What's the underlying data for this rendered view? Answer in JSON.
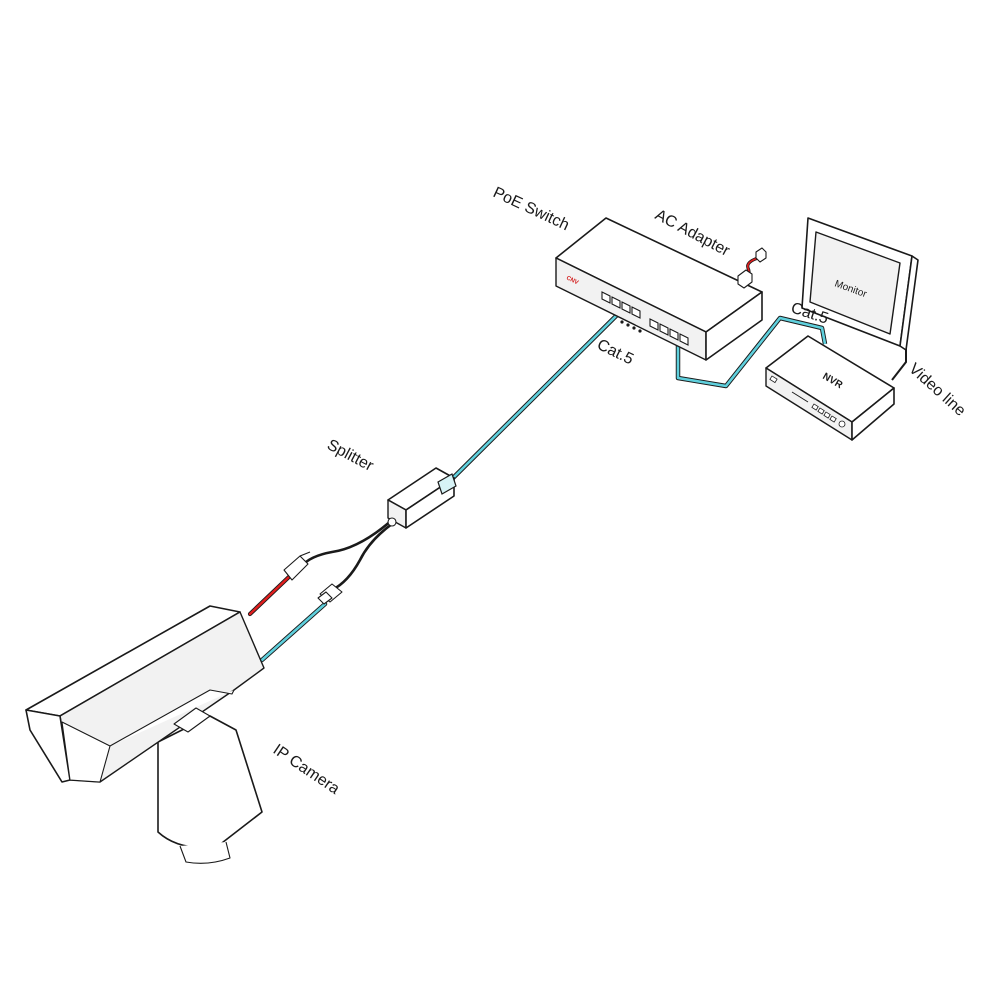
{
  "labels": {
    "poe_switch": "PoE  Switch",
    "ac_adapter": "AC Adapter",
    "monitor": "Monitor",
    "cat5_right": "Cat.5",
    "cat5_main": "Cat.5",
    "nvr": "NVR",
    "video_line": "Video line",
    "splitter": "Splitter",
    "ip_camera": "IP Camera"
  },
  "colors": {
    "data_cable": "#5fd0dd",
    "power_cable": "#e01e1e",
    "outline": "#1a1a1a",
    "switch_logo": "#d42020"
  },
  "icons": {
    "poe_switch": "network-switch-icon",
    "nvr": "nvr-recorder-icon",
    "monitor": "monitor-icon",
    "splitter": "poe-splitter-icon",
    "ip_camera": "bullet-camera-icon",
    "ac_adapter": "power-plug-icon"
  }
}
